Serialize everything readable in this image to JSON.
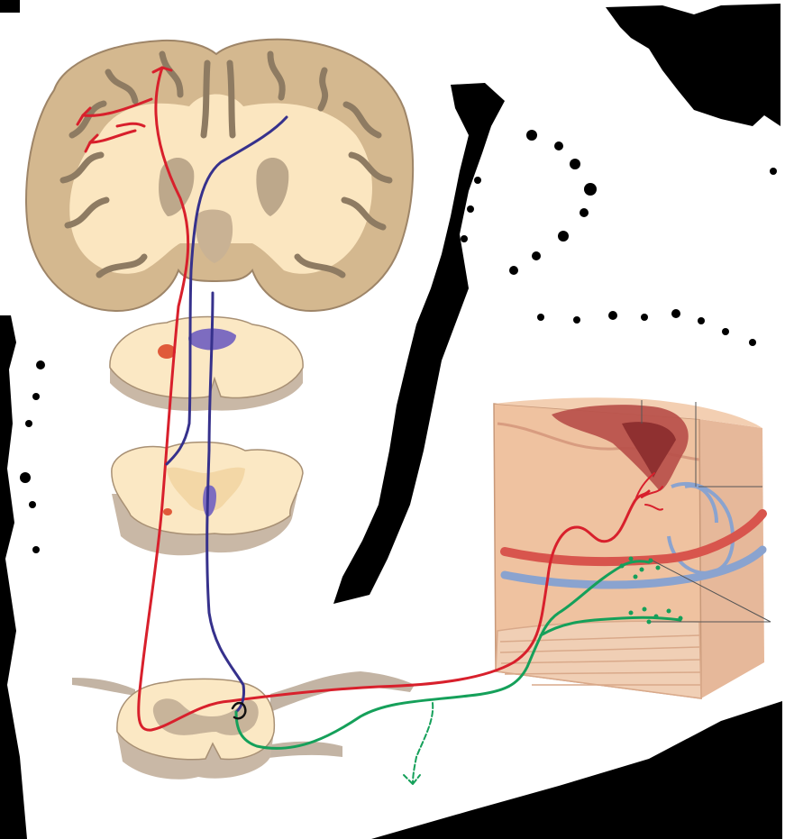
{
  "figure": {
    "background": "#ffffff",
    "colors": {
      "brain_outer": "#d4b88f",
      "brain_inner": "#fbe6c0",
      "brain_sulci": "#8e7b62",
      "cord_white": "#fbe8c4",
      "cord_grey": "#c8b49a",
      "cord_edge": "#9a8a78",
      "skin_block": "#efc2a0",
      "skin_top": "#e7a387",
      "muscle": "#f0cfb5",
      "vessel_red": "#d8554d",
      "vessel_blue": "#8aa3cf",
      "tract_red": "#d8202c",
      "tract_blue": "#36318c",
      "tract_green": "#15a05a",
      "artifact_black": "#000000"
    },
    "icons": {
      "brain": "coronal-brain-section",
      "medulla": "medulla-cross-section",
      "cervical_cord": "cervical-cord-cross-section",
      "lumbar_cord": "lumbar-cord-cross-section",
      "skin": "skin-tissue-block"
    }
  }
}
